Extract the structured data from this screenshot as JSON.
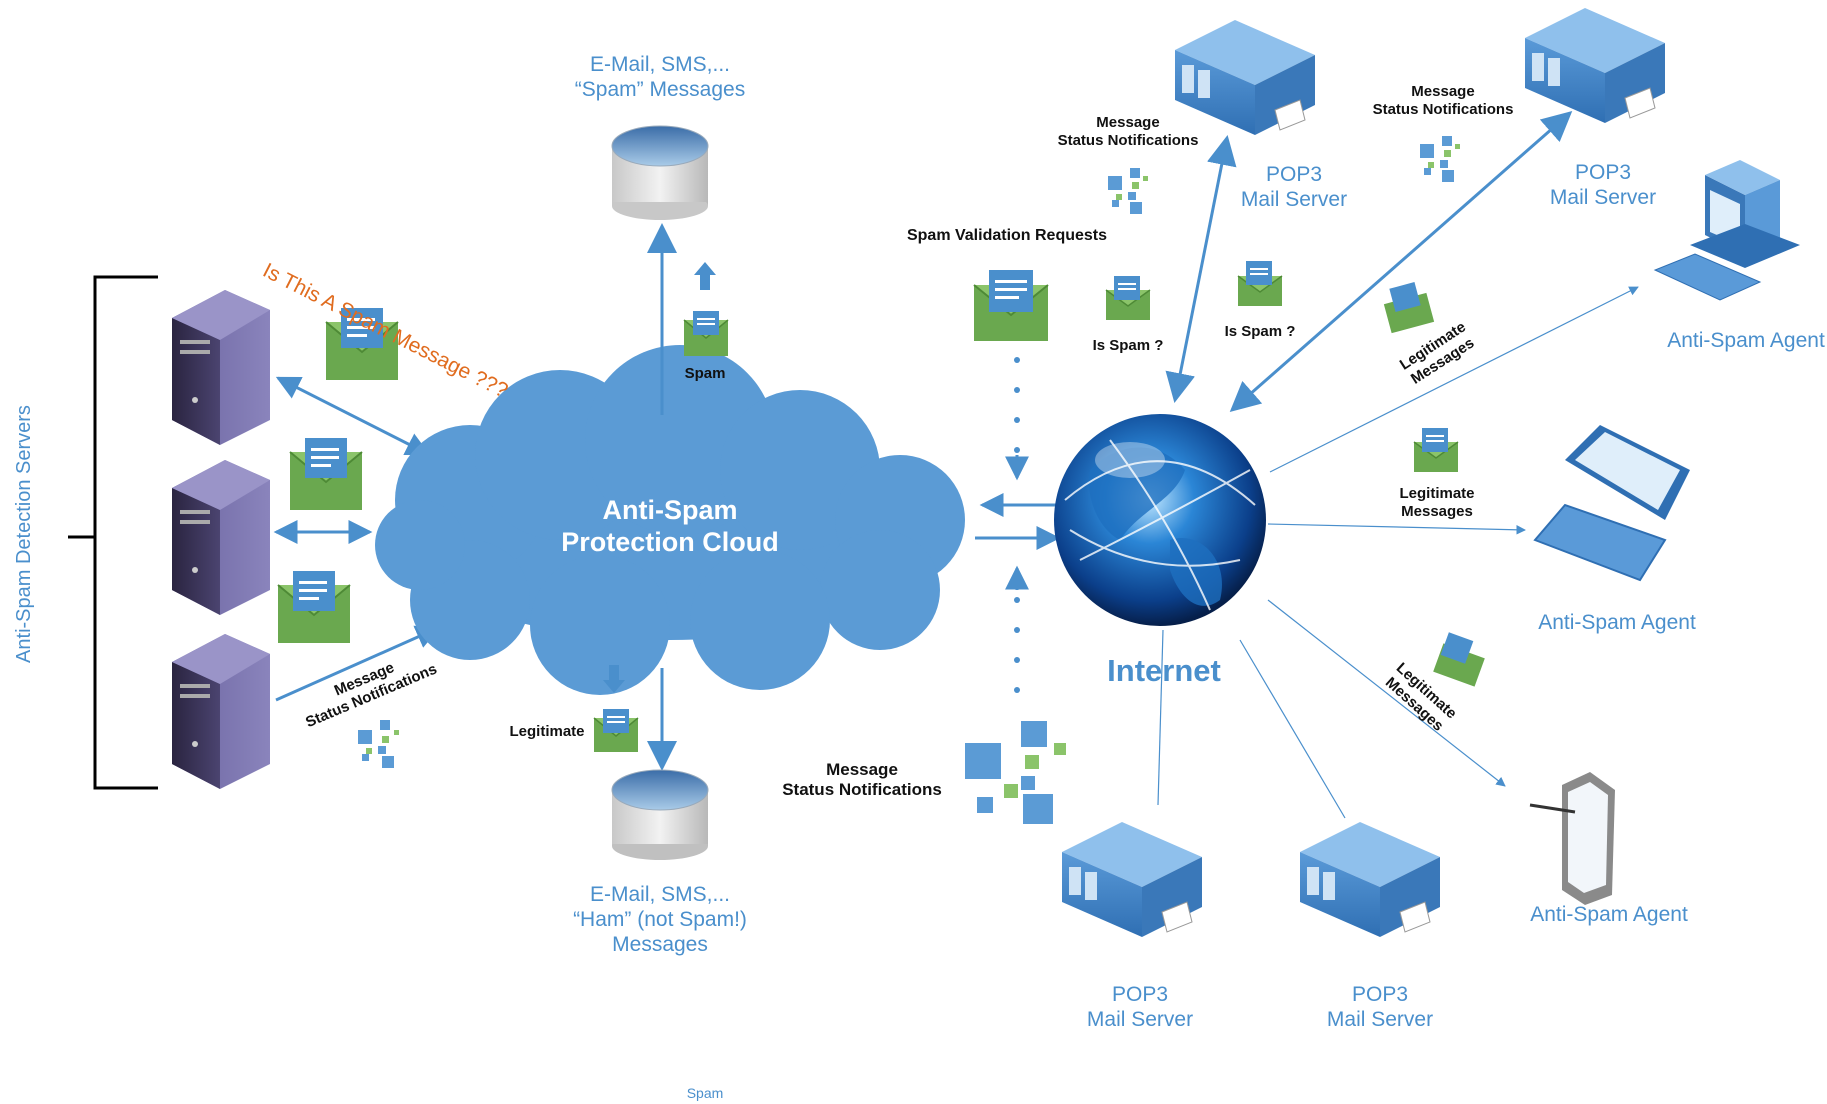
{
  "side_label": "Anti-Spam Detection Servers",
  "question": "Is This A Spam Message ???",
  "cloud_label": [
    "Anti-Spam",
    "Protection Cloud"
  ],
  "internet_label": "Internet",
  "spam_db_label": [
    "E-Mail, SMS,...",
    "“Spam” Messages"
  ],
  "ham_db_label": [
    "E-Mail, SMS,...",
    "“Ham” (not Spam!)",
    "Messages"
  ],
  "spam_small": "Spam",
  "legit_small": "Legitimate",
  "status_notifications": [
    "Message",
    "Status Notifications"
  ],
  "spam_validation": "Spam Validation Requests",
  "is_spam": "Is Spam ?",
  "legit_messages": [
    "Legitimate",
    "Messages"
  ],
  "pop3": [
    "POP3",
    "Mail Server"
  ],
  "agent": "Anti-Spam Agent",
  "footer_spam": "Spam",
  "colors": {
    "accent": "#4a8fcc",
    "envelope": "#6aa84f",
    "question": "#e06c1f"
  }
}
